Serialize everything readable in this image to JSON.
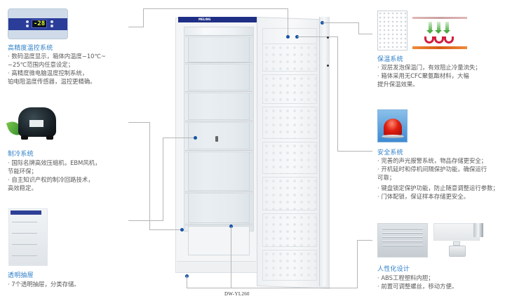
{
  "product": {
    "model": "DW-YL260",
    "brand_badge": "MELING"
  },
  "control_panel": {
    "display_value": "-28"
  },
  "features": {
    "temp_control": {
      "title": "高精度温控系统",
      "lines": [
        "· 数码温度显示，箱体内温度−10℃~",
        "  −25℃范围内任意设定；",
        "· 高精度微电脑温度控制系统，",
        "  铂电阻温度传感器，温控更精确。"
      ]
    },
    "refrigeration": {
      "title": "制冷系统",
      "lines": [
        "· 国际名牌高效压缩机，EBM风机，",
        "  节能环保；",
        "· 自主知识产权的制冷回路技术，",
        "  高效稳定。"
      ]
    },
    "drawers": {
      "title": "透明抽屉",
      "lines": [
        "· 7个透明抽屉，分类存储。"
      ]
    },
    "insulation": {
      "title": "保温系统",
      "lines": [
        "· 双层发泡保温门，有效阻止冷量流失；",
        "· 箱体采用无CFC聚氨酯材料，大幅",
        "  提升保温效果。"
      ]
    },
    "safety": {
      "title": "安全系统",
      "lines": [
        "· 完善的声光报警系统，物品存储更安全；",
        "· 开机延时和停机间隔保护功能，确保运行",
        "  可靠；",
        "· 键盘锁定保护功能，防止随意调整运行参数；",
        "· 门体配锁，保证样本存储更安全。"
      ]
    },
    "ergonomic": {
      "title": "人性化设计",
      "lines": [
        "· ABS工程塑料内胆；",
        "· 前置可调整螺丝，移动方便。"
      ]
    }
  },
  "colors": {
    "title_blue": "#2f7fc8",
    "body_text": "#5a5a5a",
    "callout_dot": "#1553a8",
    "leader_line": "#b5b5b5",
    "brand_band": "#1f2f86"
  }
}
